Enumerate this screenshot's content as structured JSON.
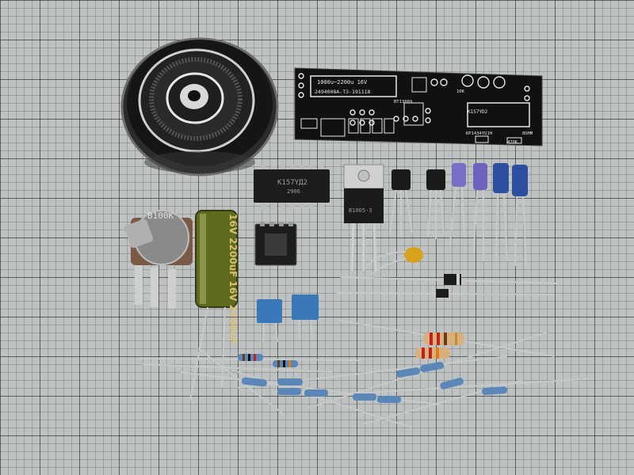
{
  "scene": {
    "background": "graph-paper",
    "colors": {
      "paper": "#bfc2c2",
      "pcb": "#111111",
      "silkscreen": "#e8e8e8",
      "electrolytic_big": "#5f6a1e",
      "electrolytic_small": "#2d4fa0",
      "electrolytic_purple": "#7a6fc4",
      "film_cap": "#3b78b8",
      "resistor_blue": "#5a86b8",
      "resistor_tan": "#d9b07a",
      "ceramic_cap": "#d8a21c"
    }
  },
  "pcb": {
    "text_line1": "1000u~2200u 16V",
    "text_line2": "2494008A-T3-191118",
    "text_ic1": "K157YD2",
    "text_ic2": "KP1434YU1H",
    "text_amp": "BT13009",
    "text_r1": "10K",
    "text_r2": "470K",
    "text_speaker": "8OHM"
  },
  "chips": {
    "dip14_label_line1": "K157YД2",
    "dip14_label_line2": "2906",
    "to220_label": "B1005-3"
  },
  "potentiometer": {
    "label": "B100K"
  },
  "electrolytic_big": {
    "label": "16V 2200uF 16V 2200uF"
  }
}
